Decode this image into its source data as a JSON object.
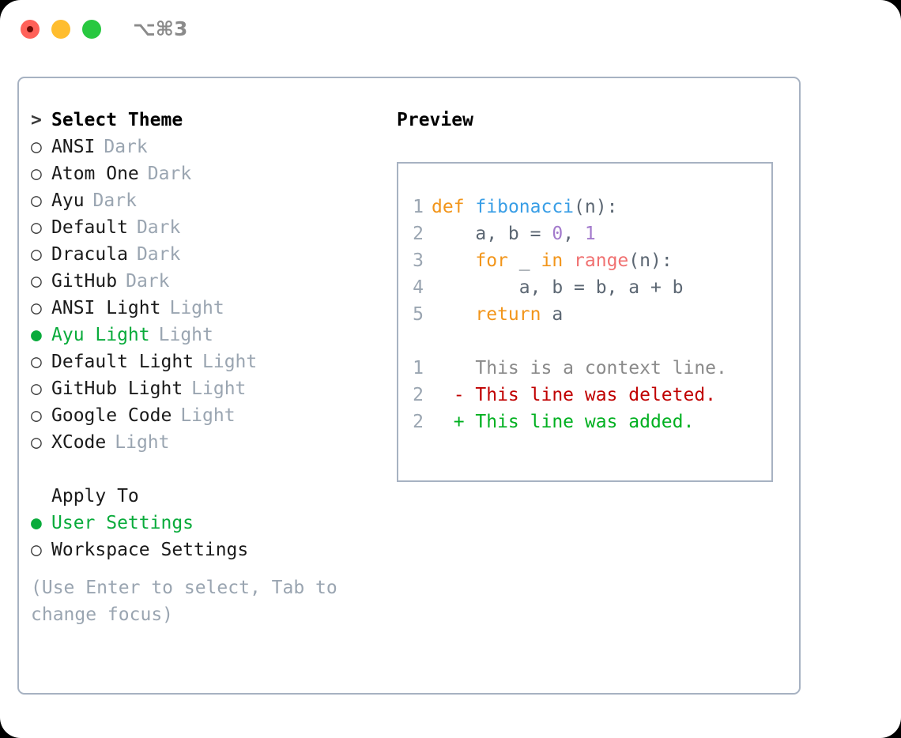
{
  "titlebar": {
    "shortcut": "⌥⌘3",
    "buttons": [
      {
        "name": "close",
        "color": "#ff6159"
      },
      {
        "name": "minimize",
        "color": "#ffbd2e"
      },
      {
        "name": "zoom",
        "color": "#28c840"
      }
    ]
  },
  "theme_list": {
    "prompt": "> ",
    "header": "Select Theme",
    "marker_selected": "●",
    "marker_unselected": "○",
    "items": [
      {
        "name": "ANSI",
        "variant": "Dark",
        "selected": false
      },
      {
        "name": "Atom One",
        "variant": "Dark",
        "selected": false
      },
      {
        "name": "Ayu",
        "variant": "Dark",
        "selected": false
      },
      {
        "name": "Default",
        "variant": "Dark",
        "selected": false
      },
      {
        "name": "Dracula",
        "variant": "Dark",
        "selected": false
      },
      {
        "name": "GitHub",
        "variant": "Dark",
        "selected": false
      },
      {
        "name": "ANSI Light",
        "variant": "Light",
        "selected": false
      },
      {
        "name": "Ayu Light",
        "variant": "Light",
        "selected": true
      },
      {
        "name": "Default Light",
        "variant": "Light",
        "selected": false
      },
      {
        "name": "GitHub Light",
        "variant": "Light",
        "selected": false
      },
      {
        "name": "Google Code",
        "variant": "Light",
        "selected": false
      },
      {
        "name": "XCode",
        "variant": "Light",
        "selected": false
      }
    ]
  },
  "apply_to": {
    "header": "Apply To",
    "items": [
      {
        "name": "User Settings",
        "selected": true
      },
      {
        "name": "Workspace Settings",
        "selected": false
      }
    ]
  },
  "hint": "(Use Enter to select, Tab to change focus)",
  "preview": {
    "title": "Preview",
    "code": [
      {
        "lineno": "1",
        "tokens": [
          {
            "t": "def",
            "c": "kw"
          },
          {
            "t": " ",
            "c": "plain"
          },
          {
            "t": "fibonacci",
            "c": "fn"
          },
          {
            "t": "(n):",
            "c": "plain"
          }
        ]
      },
      {
        "lineno": "2",
        "tokens": [
          {
            "t": "    a, b = ",
            "c": "plain"
          },
          {
            "t": "0",
            "c": "num"
          },
          {
            "t": ", ",
            "c": "plain"
          },
          {
            "t": "1",
            "c": "num"
          }
        ]
      },
      {
        "lineno": "3",
        "tokens": [
          {
            "t": "    ",
            "c": "plain"
          },
          {
            "t": "for",
            "c": "kw"
          },
          {
            "t": " _ ",
            "c": "plain"
          },
          {
            "t": "in",
            "c": "kw"
          },
          {
            "t": " ",
            "c": "plain"
          },
          {
            "t": "range",
            "c": "bi"
          },
          {
            "t": "(n):",
            "c": "plain"
          }
        ]
      },
      {
        "lineno": "4",
        "tokens": [
          {
            "t": "        a, b = b, a + b",
            "c": "plain"
          }
        ]
      },
      {
        "lineno": "5",
        "tokens": [
          {
            "t": "    ",
            "c": "plain"
          },
          {
            "t": "return",
            "c": "kw"
          },
          {
            "t": " a",
            "c": "plain"
          }
        ]
      }
    ],
    "diff": [
      {
        "lineno": "1",
        "marker": " ",
        "text": "This is a context line.",
        "kind": "ctx"
      },
      {
        "lineno": "2",
        "marker": "-",
        "text": "This line was deleted.",
        "kind": "del"
      },
      {
        "lineno": "2",
        "marker": "+",
        "text": "This line was added.",
        "kind": "add"
      }
    ]
  },
  "colors": {
    "accent_green": "#09ab3b",
    "muted": "#9aa5b1",
    "border": "#a7b2c2",
    "keyword": "#f2951a",
    "function": "#399ee6",
    "number": "#a37acc",
    "builtin": "#f07171",
    "plain": "#5c6773",
    "diff_delete": "#c00000",
    "diff_add": "#00b020",
    "diff_context": "#8a8a8a"
  }
}
